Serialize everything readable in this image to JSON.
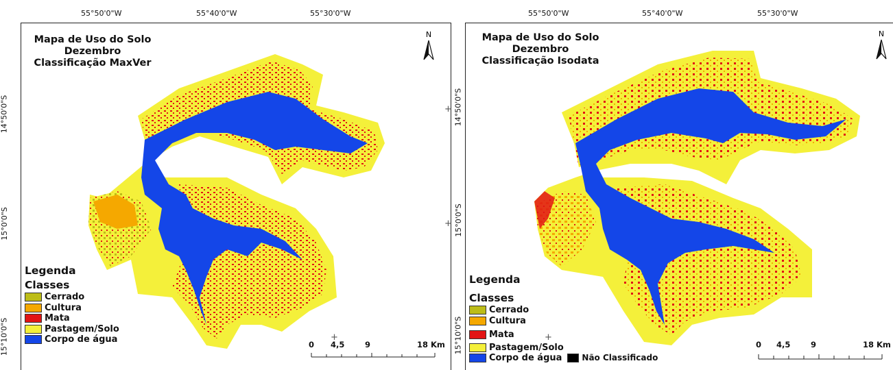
{
  "colors": {
    "cerrado": "#bdbd18",
    "cultura": "#f5a800",
    "mata": "#e21414",
    "pastagem": "#f4f03a",
    "corpo_agua": "#1446e8",
    "nao_classificado": "#000000"
  },
  "panels": [
    {
      "title_lines": [
        "Mapa de Uso do Solo",
        "Dezembro",
        "Classificação MaxVer"
      ],
      "top_labels": [
        "55°50'0\"W",
        "55°40'0\"W",
        "55°30'0\"W"
      ],
      "side_labels": [
        "14°50'0\"S",
        "15°0'0\"S",
        "15°10'0\"S"
      ],
      "north": "N",
      "legend": {
        "title": "Legenda",
        "subtitle": "Classes",
        "items": [
          "Cerrado",
          "Cultura",
          "Mata",
          "Pastagem/Solo",
          "Corpo de água"
        ]
      },
      "scale": [
        "0",
        "4,5",
        "9",
        "18 Km"
      ]
    },
    {
      "title_lines": [
        "Mapa de Uso do Solo",
        "Dezembro",
        "Classificação Isodata"
      ],
      "top_labels": [
        "55°50'0\"W",
        "55°40'0\"W",
        "55°30'0\"W"
      ],
      "side_labels": [
        "14°50'0\"S",
        "15°0'0\"S",
        "15°10'0\"S"
      ],
      "north": "N",
      "legend": {
        "title": "Legenda",
        "subtitle": "Classes",
        "items": [
          "Cerrado",
          "Cultura",
          "Mata",
          "Pastagem/Solo",
          "Corpo de água"
        ],
        "extra_item": "Não Classificado"
      },
      "scale": [
        "0",
        "4,5",
        "9",
        "18 Km"
      ]
    }
  ]
}
